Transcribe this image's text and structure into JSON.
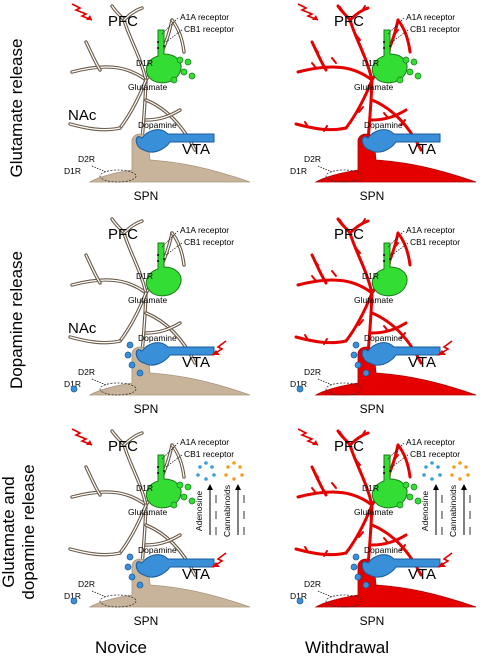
{
  "row_titles": {
    "r1": [
      "Glutamate release"
    ],
    "r2": [
      "Dopamine release"
    ],
    "r3": [
      "Glutamate and",
      "dopamine release"
    ]
  },
  "col_titles": {
    "novice": "Novice",
    "withdrawal": "Withdrawal"
  },
  "labels": {
    "pfc": "PFC",
    "a1a": "A1A receptor",
    "cb1": "CB1 receptor",
    "d1r": "D1R",
    "d2r": "D2R",
    "glutamate": "Glutamate",
    "dopamine": "Dopamine",
    "vta": "VTA",
    "nac": "NAc",
    "spn": "SPN",
    "adenosine": "Adenosine",
    "cannabinoids": "Cannabinoids"
  },
  "colors": {
    "novice_neuron": "#c8b49a",
    "withdrawal_neuron": "#e50000",
    "pfc_terminal": "#33dd33",
    "vta_terminal": "#3a8fd9",
    "adenosine_dots": "#3a9fd9",
    "cannabinoid_dots": "#f0a020",
    "stimulus_arrow": "#e50000"
  },
  "panels": [
    {
      "row": 1,
      "state": "novice",
      "pfc_stim": true,
      "vta_stim": false,
      "glut_vesicles": true,
      "da_vesicles": false,
      "nac": true,
      "modulators": false
    },
    {
      "row": 1,
      "state": "withdrawal",
      "pfc_stim": true,
      "vta_stim": false,
      "glut_vesicles": true,
      "da_vesicles": false,
      "nac": false,
      "modulators": false
    },
    {
      "row": 2,
      "state": "novice",
      "pfc_stim": false,
      "vta_stim": true,
      "glut_vesicles": false,
      "da_vesicles": true,
      "nac": true,
      "modulators": false
    },
    {
      "row": 2,
      "state": "withdrawal",
      "pfc_stim": false,
      "vta_stim": true,
      "glut_vesicles": false,
      "da_vesicles": true,
      "nac": false,
      "modulators": false
    },
    {
      "row": 3,
      "state": "novice",
      "pfc_stim": true,
      "vta_stim": true,
      "glut_vesicles": true,
      "da_vesicles": true,
      "nac": false,
      "modulators": true
    },
    {
      "row": 3,
      "state": "withdrawal",
      "pfc_stim": true,
      "vta_stim": true,
      "glut_vesicles": true,
      "da_vesicles": true,
      "nac": false,
      "modulators": true
    }
  ]
}
